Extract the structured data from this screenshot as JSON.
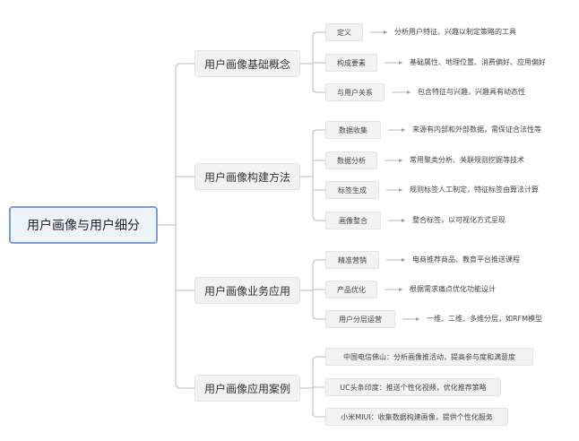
{
  "root": "用户画像与用户细分",
  "branches": [
    {
      "label": "用户画像基础概念",
      "children": [
        {
          "label": "定义",
          "note": "分析用户特征、兴趣以制定策略的工具"
        },
        {
          "label": "构成要素",
          "note": "基础属性、地理位置、消费偏好、应用偏好"
        },
        {
          "label": "与用户关系",
          "note": "包含特征与兴趣，兴趣具有动态性"
        }
      ]
    },
    {
      "label": "用户画像构建方法",
      "children": [
        {
          "label": "数据收集",
          "note": "来源有内部和外部数据，需保证合法性等"
        },
        {
          "label": "数据分析",
          "note": "常用聚类分析、关联规则挖掘等技术"
        },
        {
          "label": "标签生成",
          "note": "规则标签人工制定，特征标签由算法计算"
        },
        {
          "label": "画像整合",
          "note": "整合标签，以可视化方式呈现"
        }
      ]
    },
    {
      "label": "用户画像业务应用",
      "children": [
        {
          "label": "精准营销",
          "note": "电商推荐商品、教育平台推送课程"
        },
        {
          "label": "产品优化",
          "note": "根据需求痛点优化功能设计"
        },
        {
          "label": "用户分层运营",
          "note": "一维、二维、多维分层，如RFM模型"
        }
      ]
    },
    {
      "label": "用户画像应用案例",
      "children": [
        {
          "label": "中国电信佛山：分析画像推活动，提高参与度和满意度"
        },
        {
          "label": "UC头条印度：推送个性化视频，优化推荐策略"
        },
        {
          "label": "小米MIUI：收集数据构建画像，提供个性化服务"
        }
      ]
    }
  ]
}
